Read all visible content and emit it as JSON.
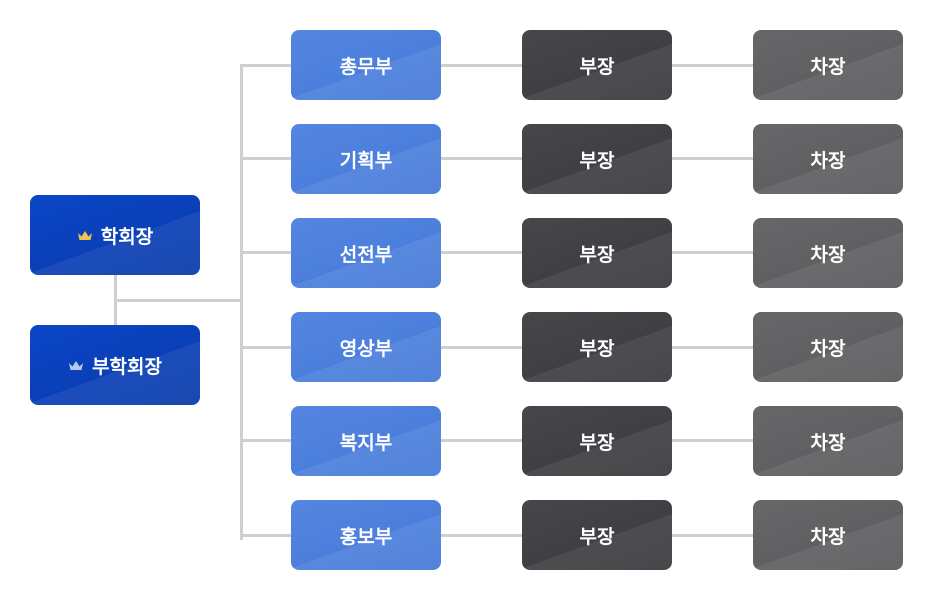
{
  "leaders": [
    {
      "label": "학회장",
      "icon": "crown-icon",
      "icon_color": "#f2c14e"
    },
    {
      "label": "부학회장",
      "icon": "crown-icon",
      "icon_color": "#b9c8ea"
    }
  ],
  "departments": [
    {
      "name": "총무부",
      "head": "부장",
      "deputy": "차장"
    },
    {
      "name": "기획부",
      "head": "부장",
      "deputy": "차장"
    },
    {
      "name": "선전부",
      "head": "부장",
      "deputy": "차장"
    },
    {
      "name": "영상부",
      "head": "부장",
      "deputy": "차장"
    },
    {
      "name": "복지부",
      "head": "부장",
      "deputy": "차장"
    },
    {
      "name": "홍보부",
      "head": "부장",
      "deputy": "차장"
    }
  ],
  "colors": {
    "leader": "#0a3fb7",
    "department": "#4c7fdc",
    "head": "#3f4043",
    "deputy": "#5f6062",
    "connector": "#cfcfcf"
  }
}
